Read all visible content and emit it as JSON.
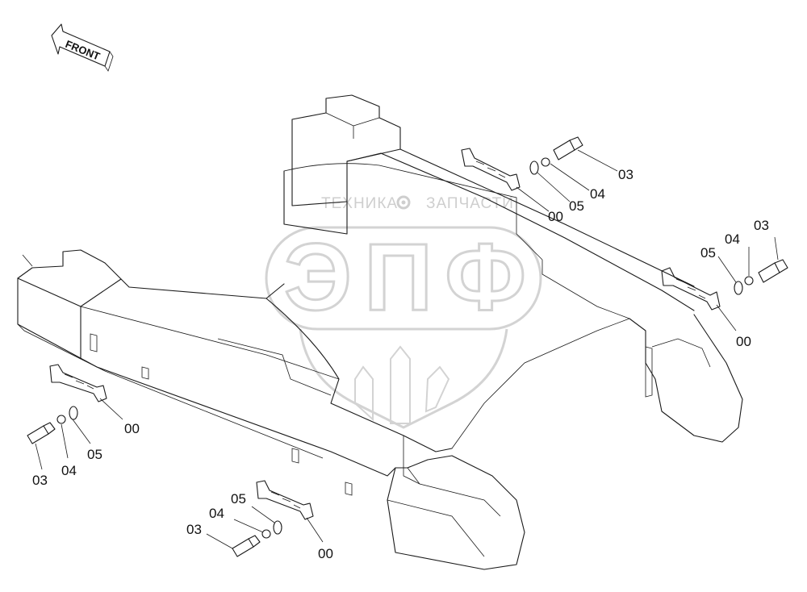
{
  "front_arrow": {
    "label": "FRONT"
  },
  "watermark": {
    "line1_left": "ТЕХНИКА",
    "line1_right": "ЗАПЧАСТИ",
    "logo_text": "ЭПФ",
    "icon": "gear-icon"
  },
  "callouts": [
    {
      "id": "c1",
      "text": "03"
    },
    {
      "id": "c2",
      "text": "04"
    },
    {
      "id": "c3",
      "text": "05"
    },
    {
      "id": "c4",
      "text": "00"
    },
    {
      "id": "c5",
      "text": "03"
    },
    {
      "id": "c6",
      "text": "04"
    },
    {
      "id": "c7",
      "text": "05"
    },
    {
      "id": "c8",
      "text": "00"
    },
    {
      "id": "c9",
      "text": "00"
    },
    {
      "id": "c10",
      "text": "05"
    },
    {
      "id": "c11",
      "text": "03"
    },
    {
      "id": "c12",
      "text": "04"
    },
    {
      "id": "c13",
      "text": "05"
    },
    {
      "id": "c14",
      "text": "04"
    },
    {
      "id": "c15",
      "text": "03"
    },
    {
      "id": "c16",
      "text": "00"
    }
  ],
  "colors": {
    "line": "#1a1a1a",
    "watermark": "#cfcfcf",
    "background": "#ffffff"
  }
}
